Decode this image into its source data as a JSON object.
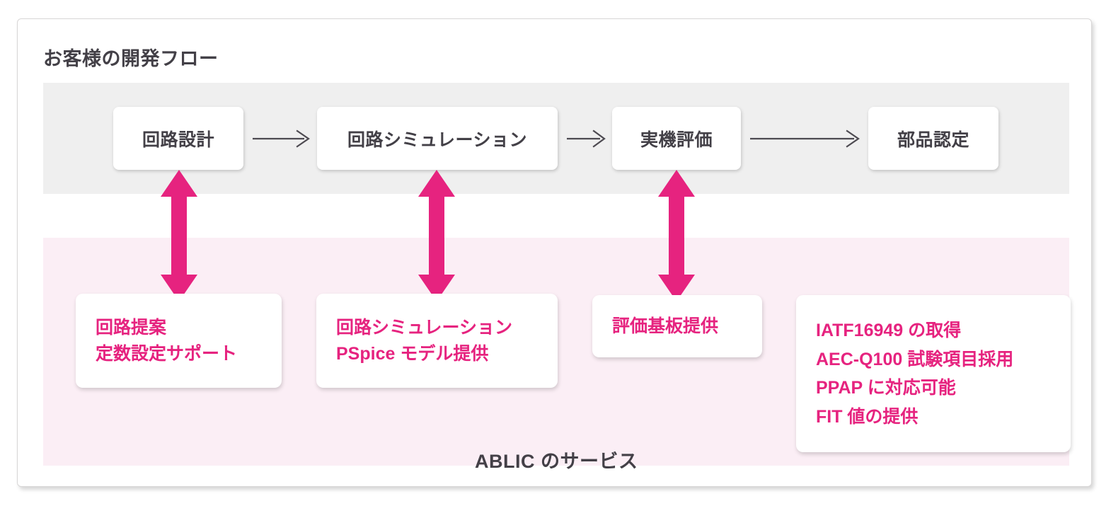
{
  "title": "お客様の開発フロー",
  "colors": {
    "accent_pink": "#e6237f",
    "text_dark": "#434047",
    "band_gray": "#efefef",
    "band_pink": "#fbeef5",
    "box_white": "#ffffff",
    "arrow_gray": "#4d4a51"
  },
  "flow": {
    "band_label": "customer-development-flow",
    "steps": [
      {
        "label": "回路設計"
      },
      {
        "label": "回路シミュレーション"
      },
      {
        "label": "実機評価"
      },
      {
        "label": "部品認定"
      }
    ],
    "connectors": [
      {
        "icon": "arrow-right-icon",
        "from": "回路設計",
        "to": "回路シミュレーション"
      },
      {
        "icon": "arrow-right-icon",
        "from": "回路シミュレーション",
        "to": "実機評価"
      },
      {
        "icon": "arrow-right-icon",
        "from": "実機評価",
        "to": "部品認定"
      }
    ]
  },
  "links": [
    {
      "icon": "double-arrow-vertical-icon",
      "connects": "回路設計"
    },
    {
      "icon": "double-arrow-vertical-icon",
      "connects": "回路シミュレーション"
    },
    {
      "icon": "double-arrow-vertical-icon",
      "connects": "実機評価"
    }
  ],
  "services": {
    "caption": "ABLIC のサービス",
    "boxes": [
      {
        "lines": [
          "回路提案",
          "定数設定サポート"
        ]
      },
      {
        "lines": [
          "回路シミュレーション",
          "PSpice モデル提供"
        ]
      },
      {
        "lines": [
          "評価基板提供"
        ]
      },
      {
        "lines": [
          "IATF16949 の取得",
          "AEC-Q100 試験項目採用",
          "PPAP に対応可能",
          "FIT 値の提供"
        ]
      }
    ]
  }
}
